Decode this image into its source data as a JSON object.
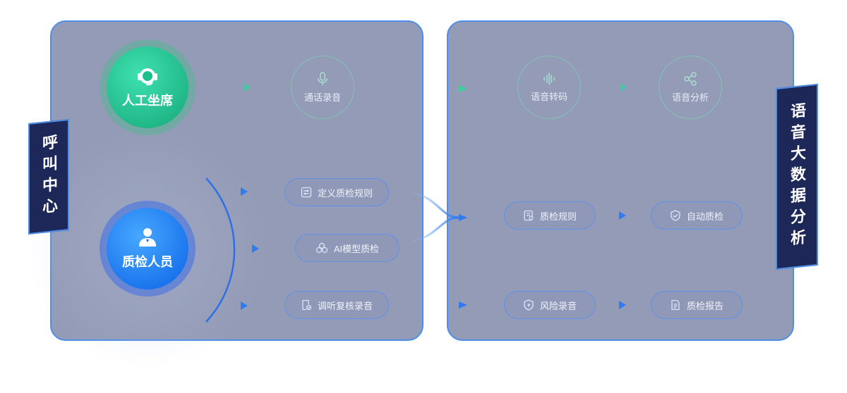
{
  "call_center": {
    "label": "呼叫中心"
  },
  "speech_big_data": {
    "label": "语音大数据分析"
  },
  "agent": {
    "label": "人工坐席",
    "icon": "headset-icon"
  },
  "inspector": {
    "label": "质检人员",
    "icon": "user-icon"
  },
  "call_recording": {
    "label": "通话录音",
    "icon": "microphone-icon"
  },
  "speech_transcription": {
    "label": "语音转码",
    "icon": "waveform-icon"
  },
  "speech_analysis": {
    "label": "语音分析",
    "icon": "share-icon"
  },
  "define_rules": {
    "label": "定义质检规则",
    "icon": "sliders-icon"
  },
  "ai_model_qc": {
    "label": "AI模型质检",
    "icon": "cubes-icon"
  },
  "review_recordings": {
    "label": "调听复核录音",
    "icon": "document-check-icon"
  },
  "qc_rules": {
    "label": "质检规则",
    "icon": "document-icon"
  },
  "auto_qc": {
    "label": "自动质检",
    "icon": "shield-check-icon"
  },
  "risk_recordings": {
    "label": "风险录音",
    "icon": "shield-bolt-icon"
  },
  "qc_report": {
    "label": "质检报告",
    "icon": "report-icon"
  },
  "colors": {
    "panel": "#939bb6",
    "border": "#4f8ee8",
    "label_bg": "#1d2758",
    "green": "#15a878",
    "blue": "#0b62e6"
  }
}
